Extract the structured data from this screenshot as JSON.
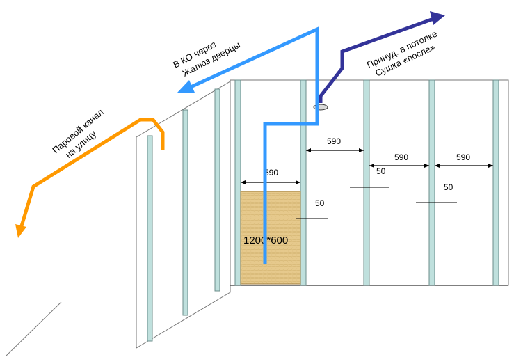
{
  "labels": {
    "ko_line1": "В КО через",
    "ko_line2": "Жалюз дверцы",
    "forced_line1": "Принуд. в потолке",
    "forced_line2": "Сушка «после»",
    "steam_line1": "Паровой канал",
    "steam_line2": "на улицу",
    "board_size": "1200*600"
  },
  "dimensions": {
    "d1": "590",
    "d2": "590",
    "d3": "590",
    "d4": "590",
    "t1": "50",
    "t2": "50",
    "t3": "50"
  },
  "colors": {
    "blue_flow": "#3399ff",
    "navy_flow": "#333399",
    "orange_flow": "#ff9900",
    "stud_fill": "#bfe0dd",
    "board_fill": "#e8cc8f"
  }
}
